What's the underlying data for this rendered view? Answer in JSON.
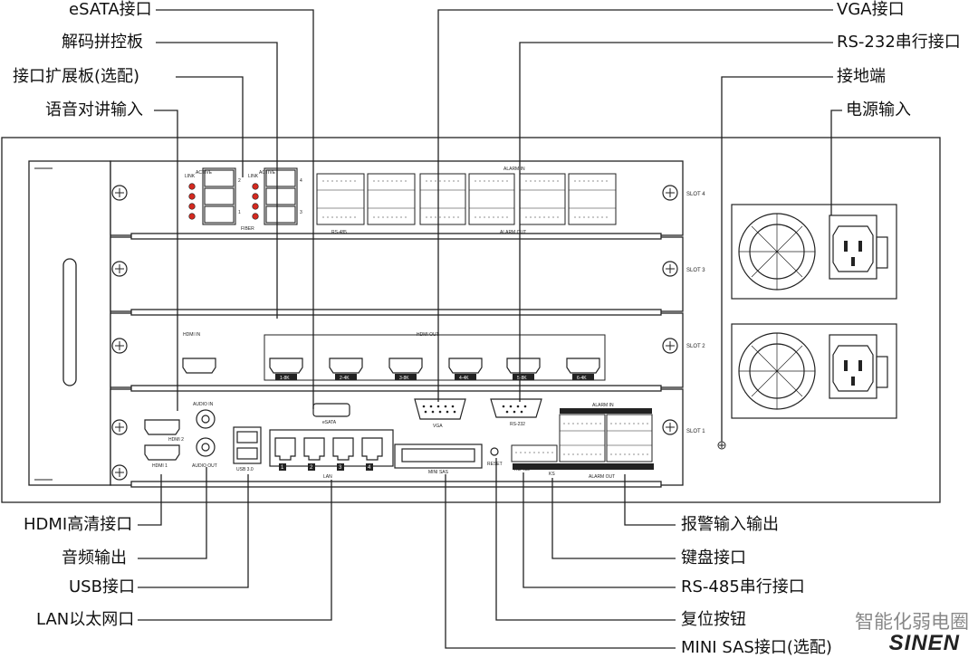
{
  "callouts_top": {
    "esata": "eSATA接口",
    "decode": "解码拼控板",
    "expansion": "接口扩展板(选配)",
    "voice": "语音对讲输入",
    "vga": "VGA接口",
    "rs232": "RS-232串行接口",
    "ground": "接地端",
    "power": "电源输入"
  },
  "callouts_bottom": {
    "hdmi": "HDMI高清接口",
    "audio": "音频输出",
    "usb": "USB接口",
    "lan": "LAN以太网口",
    "alarm": "报警输入输出",
    "keyboard": "键盘接口",
    "rs485": "RS-485串行接口",
    "reset": "复位按钮",
    "minisas": "MINI SAS接口(选配)"
  },
  "panel": {
    "slot4": "SLOT 4",
    "slot3": "SLOT 3",
    "slot2": "SLOT 2",
    "slot1": "SLOT 1",
    "link": "LINK",
    "active": "ACTIVE",
    "fiber": "FIBER",
    "alarm_in": "ALARM IN",
    "alarm_out": "ALARM OUT",
    "rs485": "RS-485",
    "hdmi_in": "HDMI IN",
    "hdmi_out": "HDMI OUT",
    "hdmi_out_ports": [
      "1-8K",
      "2-4K",
      "3-8K",
      "4-4K",
      "5-8K",
      "6-4K"
    ],
    "audio_in": "AUDIO IN",
    "audio_out": "AUDIO OUT",
    "hdmi1": "HDMI 1",
    "hdmi2": "HDMI 2",
    "usb": "USB 3.0",
    "esata": "eSATA",
    "vga": "VGA",
    "rs232": "RS-232",
    "lan": "LAN",
    "lan_ports": [
      "1",
      "2",
      "3",
      "4"
    ],
    "minisas": "MINI SAS",
    "reset": "RESET",
    "ks": "KS",
    "fiber_ports": [
      "2",
      "1",
      "4",
      "3"
    ]
  },
  "watermark": {
    "text": "智能化弱电圈",
    "logo": "SINEN"
  }
}
